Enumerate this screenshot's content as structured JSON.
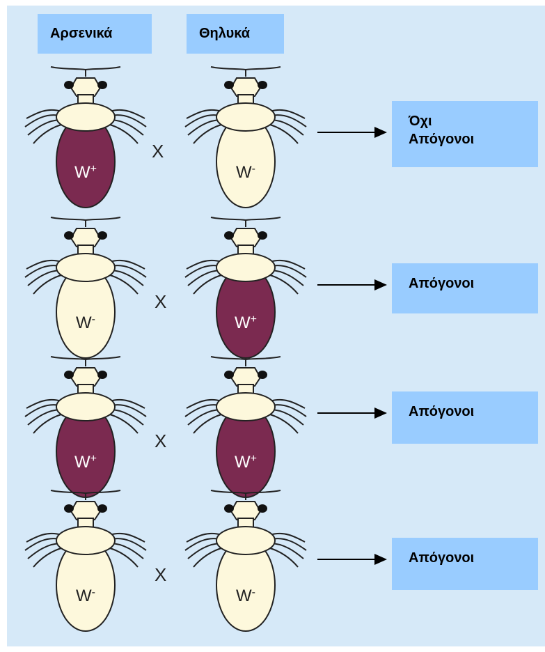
{
  "headers": {
    "male": "Αρσενικά",
    "female": "Θηλυκά"
  },
  "rows": [
    {
      "male": {
        "gene": "W",
        "sign": "+",
        "fill": "#7b2a50"
      },
      "female": {
        "gene": "W",
        "sign": "-",
        "fill": "#fdf8dc"
      },
      "cross": "X",
      "result": [
        "Όχι",
        "Απόγονοι"
      ]
    },
    {
      "male": {
        "gene": "W",
        "sign": "-",
        "fill": "#fdf8dc"
      },
      "female": {
        "gene": "W",
        "sign": "+",
        "fill": "#7b2a50"
      },
      "cross": "X",
      "result": [
        "Απόγονοι"
      ]
    },
    {
      "male": {
        "gene": "W",
        "sign": "+",
        "fill": "#7b2a50"
      },
      "female": {
        "gene": "W",
        "sign": "+",
        "fill": "#7b2a50"
      },
      "cross": "X",
      "result": [
        "Απόγονοι"
      ]
    },
    {
      "male": {
        "gene": "W",
        "sign": "-",
        "fill": "#fdf8dc"
      },
      "female": {
        "gene": "W",
        "sign": "-",
        "fill": "#fdf8dc"
      },
      "cross": "X",
      "result": [
        "Απόγονοι"
      ]
    }
  ],
  "colors": {
    "background": "#d6e9f8",
    "label_box": "#99ccff",
    "purple_abdomen": "#7b2a50",
    "pale_abdomen": "#fdf8dc"
  }
}
